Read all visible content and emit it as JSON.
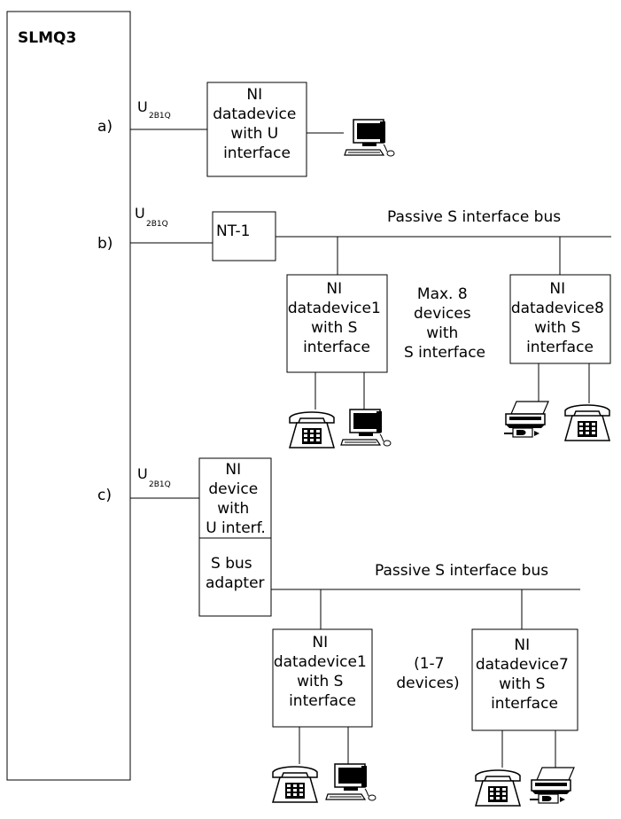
{
  "slmq_label": "SLMQ3",
  "u_label": "U",
  "u_sub": "2B1Q",
  "a": {
    "label": "a)",
    "device_lines": [
      "NI",
      "datadevice",
      "with U",
      "interface"
    ]
  },
  "b": {
    "label": "b)",
    "nt1": "NT-1",
    "bus_label": "Passive S interface bus",
    "dev1_lines": [
      "NI",
      "datadevice1",
      "with S",
      "interface"
    ],
    "dev8_lines": [
      "NI",
      "datadevice8",
      "with S",
      "interface"
    ],
    "max_lines": [
      "Max. 8",
      "devices",
      "with",
      "S interface"
    ]
  },
  "c": {
    "label": "c)",
    "device_lines": [
      "NI",
      "device",
      "with",
      "U interf."
    ],
    "adapter_lines": [
      "S bus",
      "adapter"
    ],
    "bus_label": "Passive S interface bus",
    "dev1_lines": [
      "NI",
      "datadevice1",
      "with S",
      "interface"
    ],
    "dev7_lines": [
      "NI",
      "datadevice7",
      "with S",
      "interface"
    ],
    "range_lines": [
      "(1-7",
      "devices)"
    ]
  },
  "icons": [
    "computer-icon",
    "telephone-icon",
    "fax-icon"
  ]
}
